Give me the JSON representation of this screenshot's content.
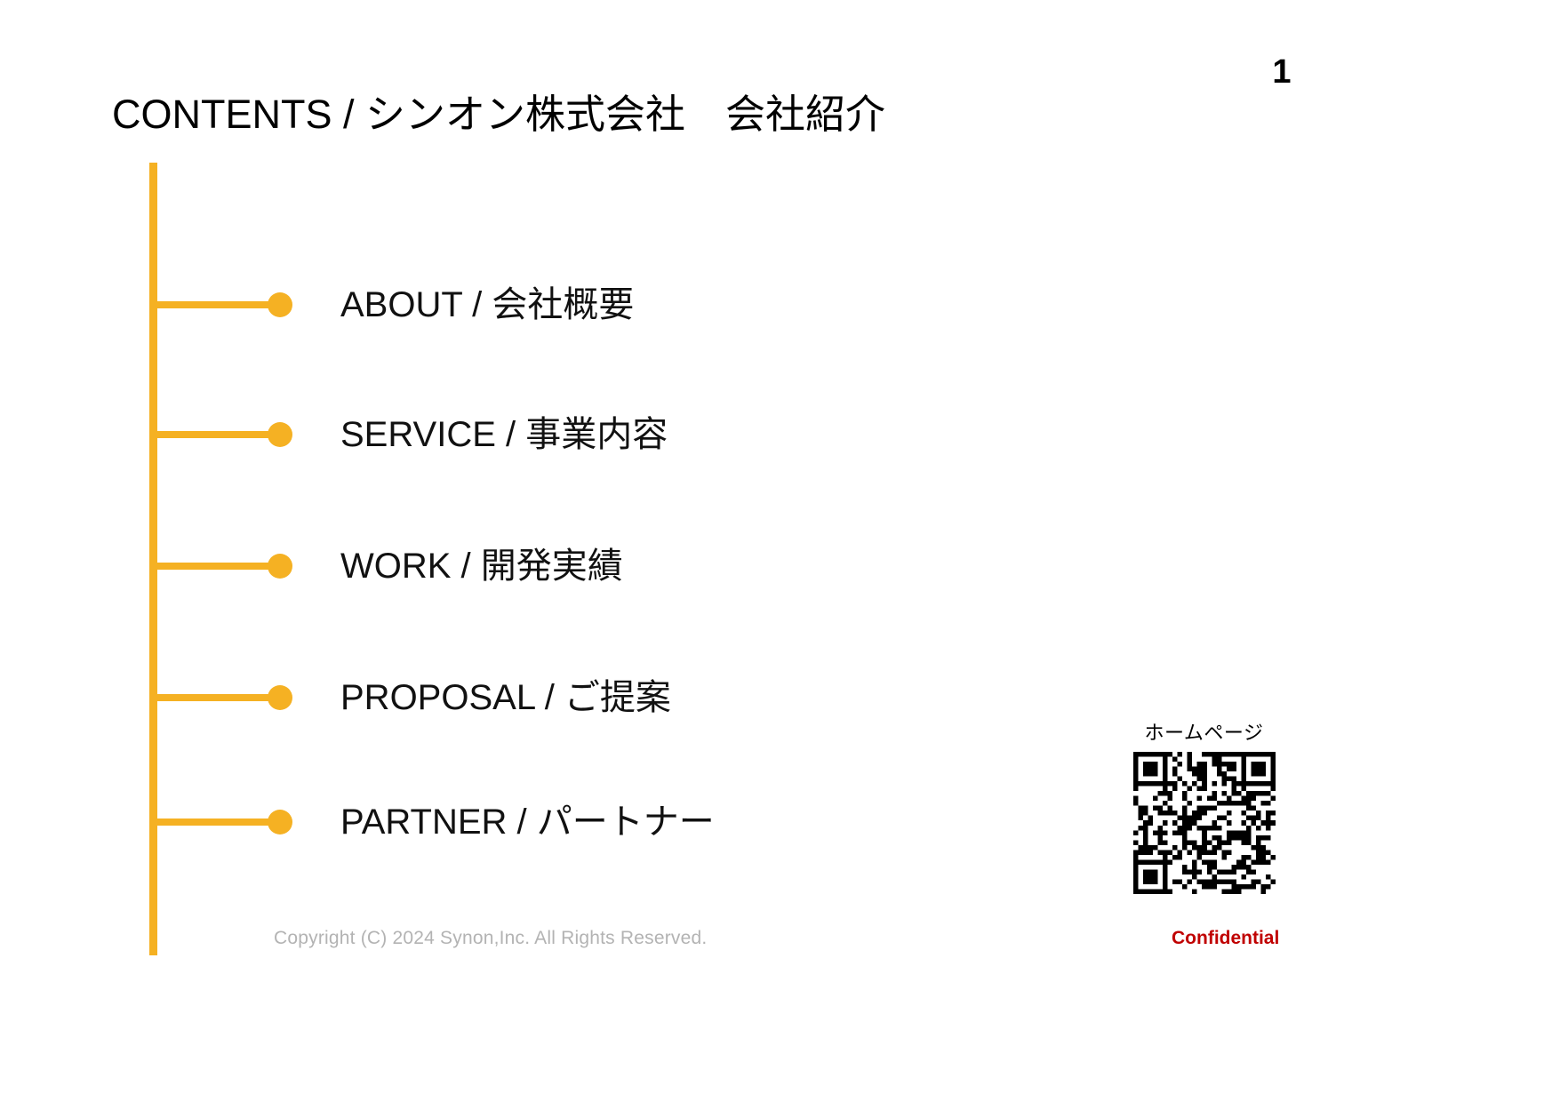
{
  "slide": {
    "page_number": "1",
    "title": "CONTENTS / シンオン株式会社　会社紹介",
    "accent_color": "#F5B123",
    "background_color": "#FFFFFF"
  },
  "contents": {
    "items": [
      {
        "label": "ABOUT / 会社概要"
      },
      {
        "label": "SERVICE / 事業内容"
      },
      {
        "label": "WORK / 開発実績"
      },
      {
        "label": "PROPOSAL / ご提案"
      },
      {
        "label": "PARTNER / パートナー"
      }
    ]
  },
  "qr": {
    "caption": "ホームページ",
    "icon": "qr-code-icon"
  },
  "footer": {
    "copyright": "Copyright (C) 2024 Synon,Inc. All Rights Reserved.",
    "confidential": "Confidential",
    "confidential_color": "#C00000",
    "copyright_color": "#B3B3B3"
  }
}
